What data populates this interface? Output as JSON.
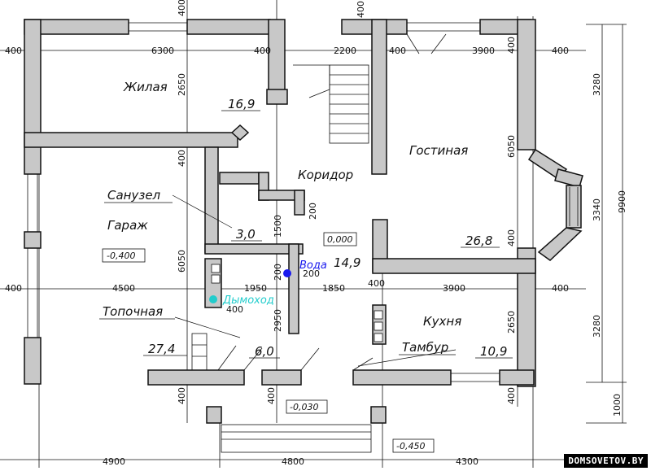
{
  "rooms": {
    "living": "Жилая",
    "living_area": "16,9",
    "garage": "Гараж",
    "garage_level": "-0,400",
    "corridor": "Коридор",
    "corridor_area": "14,9",
    "lounge": "Гостиная",
    "lounge_area": "26,8",
    "bathroom": "Санузел",
    "bathroom_area": "3,0",
    "boiler": "Топочная",
    "boiler_area": "6,0",
    "garage_area": "27,4",
    "kitchen": "Кухня",
    "kitchen_area": "10,9",
    "vestibule": "Тамбур",
    "zero_level": "0,000",
    "vestibule_level": "-0,030",
    "porch_level": "-0,450"
  },
  "utilities": {
    "water": "Вода",
    "chimney": "Дымоход"
  },
  "dims": {
    "d400": "400",
    "d6300": "6300",
    "d2200": "2200",
    "d3900": "3900",
    "d2650": "2650",
    "d6050": "6050",
    "d4500": "4500",
    "d1950": "1950",
    "d1850": "1850",
    "d1500": "1500",
    "d200": "200",
    "d2950": "2950",
    "d3280": "3280",
    "d3340": "3340",
    "d9900": "9900",
    "d1000": "1000",
    "d4900": "4900",
    "d4800": "4800",
    "d4300": "4300"
  },
  "watermark": "DOMSOVETOV.BY",
  "colors": {
    "wall": "#c8c8c8",
    "line": "#111111",
    "water": "#1a1aee",
    "chimney": "#22cccc"
  }
}
